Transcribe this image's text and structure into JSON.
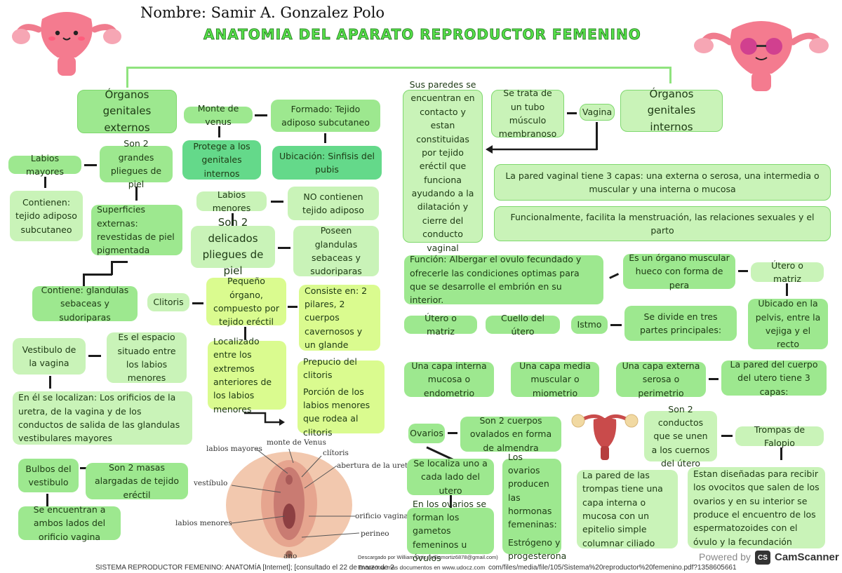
{
  "header": {
    "name": "Nombre: Samir A. Gonzalez Polo",
    "title": "ANATOMIA DEL APARATO REPRODUCTOR FEMENINO"
  },
  "external": {
    "heading": "Órganos genitales externos",
    "monte_venus": "Monte de venus",
    "formado": "Formado: Tejido adiposo subcutaneo",
    "protege": "Protege a los genitales internos",
    "ubicacion": "Ubicación: Sinfisis del pubis",
    "labios_mayores": "Labios mayores",
    "pliegues_piel": "Son 2 grandes pliegues de piel",
    "contienen": "Contienen: tejido adiposo subcutaneo",
    "superficies": "Superficies externas: revestidas de piel pigmentada",
    "labios_menores": "Labios menores",
    "no_contienen": "NO contienen tejido adiposo",
    "delicados": "Son 2 delicados pliegues de piel",
    "glandulas_sebaceas": "Poseen glandulas sebaceas y sudoriparas",
    "contiene_glandulas": "Contiene: glandulas sebaceas y sudoriparas",
    "clitoris": "Clitoris",
    "pequeno_organo": "Pequeño órgano, compuesto por tejido eréctil",
    "consiste": "Consiste en: 2 pilares, 2 cuerpos cavernosos y un glande",
    "localizado": "Localizado entre los extremos anteriores de los labios menores",
    "prepucio_title": "Prepucio del clitoris",
    "prepucio_desc": "Porción de los labios menores que rodea al clitoris",
    "vestibulo": "Vestibulo de la vagina",
    "espacio": "Es el espacio situado entre los labios menores",
    "se_localizan": "En él se localizan: Los orificios de la uretra, de la vagina y de los conductos de salida de las glandulas vestibulares mayores",
    "bulbos": "Bulbos del vestibulo",
    "masas": "Son 2 masas alargadas de tejido eréctil",
    "ambos_lados": "Se encuentran a ambos lados del orificio vagina"
  },
  "figure_labels": {
    "labios_mayores": "labios mayores",
    "monte_venus": "monte de Venus",
    "clitoris": "clítoris",
    "abertura_uretra": "abertura de la uretra",
    "vestibulo": "vestíbulo",
    "orificio_vaginal": "orificio vaginal",
    "labios_menores": "labios menores",
    "perineo": "perineo",
    "ano": "ano"
  },
  "internal": {
    "heading": "Órganos genitales internos",
    "vagina": "Vagina",
    "tubo": "Se trata de un tubo músculo membranoso",
    "paredes": "Sus paredes se encuentran en contacto y estan constituidas por tejido eréctil que funciona ayudando a la dilatación y cierre del conducto vaginal",
    "pared_capas": "La pared vaginal tiene 3 capas: una externa o serosa, una intermedia o muscular y una interna o mucosa",
    "funcionalmente": "Funcionalmente, facilita la menstruación, las relaciones sexuales y el parto",
    "funcion": "Función: Albergar el ovulo fecundado y ofrecerle las condiciones optimas para que se desarrolle el embrión en su interior.",
    "organo_muscular": "Es un órgano muscular hueco con forma de pera",
    "utero_matriz": "Útero o matriz",
    "ubicado": "Ubicado en la pelvis, entre la vejiga y el recto",
    "partes_1": "Útero o matriz",
    "partes_2": "Cuello del útero",
    "partes_3": "Istmo",
    "divide": "Se divide en tres partes principales:",
    "capa_interna": "Una capa interna mucosa o endometrio",
    "capa_media": "Una capa media muscular o miometrio",
    "capa_externa": "Una capa externa serosa o perimetrio",
    "pared_cuerpo": "La pared del cuerpo del utero tiene 3 capas:",
    "ovarios": "Ovarios",
    "cuerpos_ovalados": "Son 2 cuerpos ovalados en forma de almendra",
    "cada_lado": "Se localiza uno a cada lado del utero",
    "hormonas_title": "Los ovarios producen las hormonas femeninas:",
    "hormonas_list": "Estrógeno y progesterona",
    "gametos": "En los ovarios se forman los gametos femeninos u óvulos",
    "conductos": "Son 2 conductos que se unen a los cuernos del útero",
    "trompas": "Trompas de Falopio",
    "pared_trompas": "La pared de las trompas tiene una capa interna o mucosa con un epitelio simple columnar ciliado",
    "disenadas": "Estan diseñadas para recibir los ovocitos que salen de los ovarios y en su interior se produce el encuentro de los espermatozoides con el óvulo y la fecundación"
  },
  "footer": {
    "reference": "SISTEMA REPRODUCTOR FEMENINO: ANATOMÍA [Internet]; [consultado el 22 de marzo de 2",
    "reference_end": "com/files/media/file/105/Sistema%20reproductor%20femenino.pdf?1358605661",
    "downloaded": "Descargado por William Ortiz (williamortiz6878@gmail.com)",
    "more_docs": "Encuentra más documentos en www.udocz.com",
    "powered": "Powered by",
    "scanner": "CamScanner",
    "scanner_badge": "CS"
  }
}
